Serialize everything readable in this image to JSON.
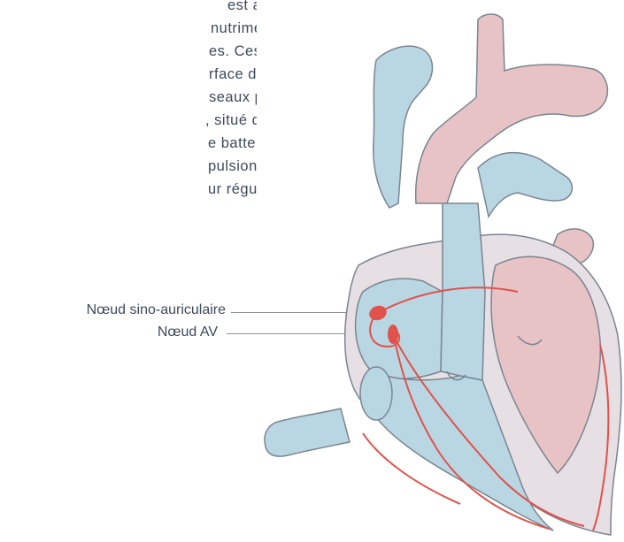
{
  "description_lines": [
    "est alimenté en sang,",
    "nutriments via les",
    "es. Ces vaisseaux",
    "rface du cœur et se",
    "seaux plus petits.",
    ", situé dans l’oreillette",
    "e battement du cœur en",
    "pulsions électriques qui",
    "ur régulièrement."
  ],
  "labels": {
    "sa_node": "Nœud sino-auriculaire",
    "av_node": "Nœud AV"
  },
  "colors": {
    "vessel_blue": "#b9d7e3",
    "artery_pink": "#e8c3c6",
    "wall": "#e6dfe3",
    "outline": "#7a8591",
    "conduction_red": "#e0524c",
    "text": "#3d4a5c"
  }
}
